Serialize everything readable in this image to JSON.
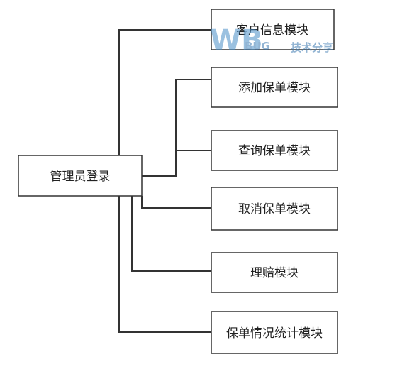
{
  "root": {
    "label": "管理员登录"
  },
  "modules": [
    {
      "label": "客户信息模块"
    },
    {
      "label": "添加保单模块"
    },
    {
      "label": "查询保单模块"
    },
    {
      "label": "取消保单模块"
    },
    {
      "label": "理赔模块"
    },
    {
      "label": "保单情况统计模块"
    }
  ],
  "watermark": {
    "big": "WB",
    "small": "BUG",
    "tagline": "技术分享"
  }
}
